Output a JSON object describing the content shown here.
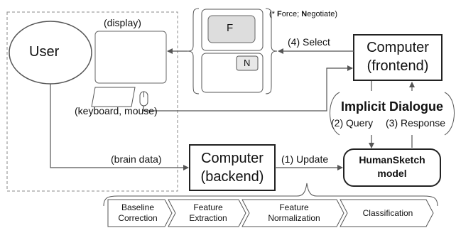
{
  "labels": {
    "user": "User",
    "display": "(display)",
    "keyboard_mouse": "(keyboard, mouse)",
    "legend_prefix": "(* ",
    "legend_f": "F",
    "legend_force": "orce; ",
    "legend_n": "N",
    "legend_negotiate": "egotiate)",
    "option_f": "F",
    "option_n": "N",
    "select": "(4) Select",
    "frontend_line1": "Computer",
    "frontend_line2": "(frontend)",
    "implicit_dialogue": "Implicit Dialogue",
    "query": "(2) Query",
    "response": "(3) Response",
    "brain_data": "(brain data)",
    "backend_line1": "Computer",
    "backend_line2": "(backend)",
    "update": "(1) Update",
    "model_line1": "HumanSketch",
    "model_line2": "model"
  },
  "pipeline": [
    {
      "line1": "Baseline",
      "line2": "Correction"
    },
    {
      "line1": "Feature",
      "line2": "Extraction"
    },
    {
      "line1": "Feature",
      "line2": "Normalization"
    },
    {
      "line1": "Classification",
      "line2": ""
    }
  ],
  "colors": {
    "stroke": "#444444",
    "arrow": "#555555",
    "dashed_border": "#888888",
    "f_fill": "#dddddd",
    "n_fill": "#e8e8e8"
  }
}
